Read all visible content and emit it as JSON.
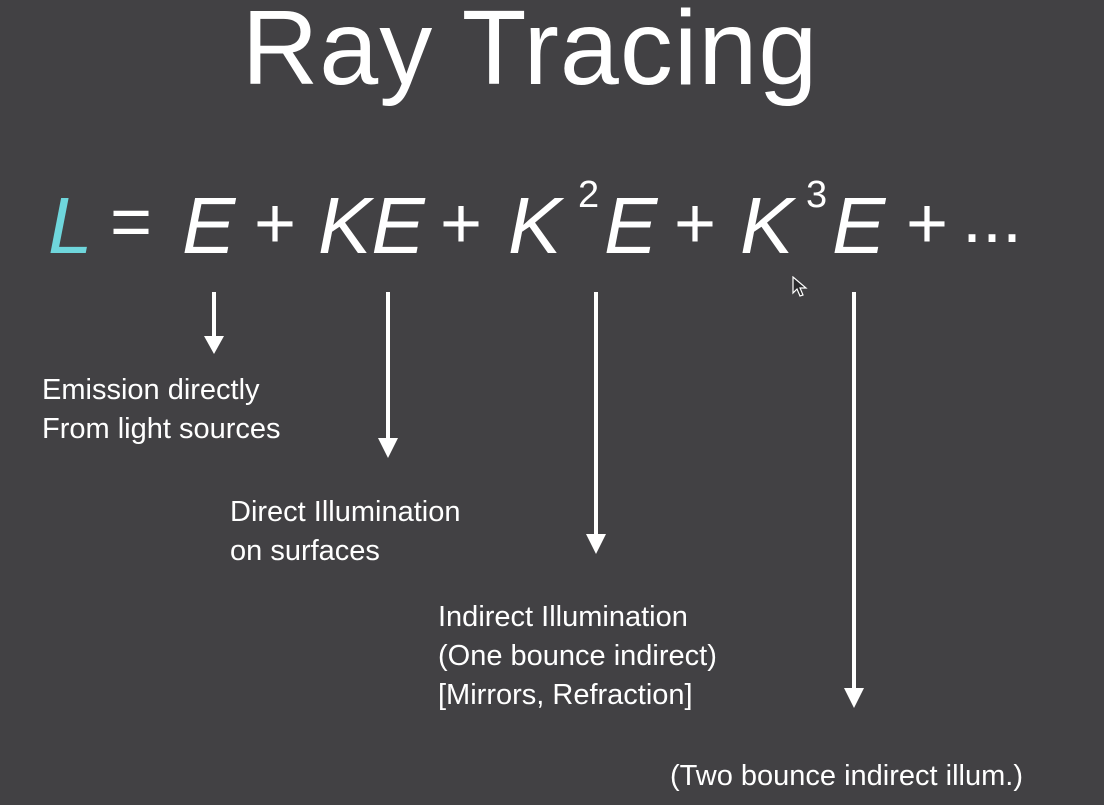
{
  "title": "Ray Tracing",
  "equation": {
    "lhs": "L",
    "equals": "=",
    "term1": "E",
    "plus1": "+",
    "term2": "KE",
    "plus2": "+",
    "term3_base": "K",
    "term3_exp": "2",
    "term3_tail": "E",
    "plus3": "+",
    "term4_base": "K",
    "term4_exp": "3",
    "term4_tail": "E",
    "plus4": "+",
    "ellipsis": "...",
    "lhs_color": "#6fd6dc"
  },
  "annotations": {
    "emission": [
      "Emission directly",
      "From light sources"
    ],
    "direct": [
      "Direct Illumination",
      "on surfaces"
    ],
    "indirect": [
      "Indirect Illumination",
      "(One bounce indirect)",
      "[Mirrors, Refraction]"
    ],
    "two_bounce": [
      "(Two bounce indirect illum.)"
    ]
  },
  "cursor_icon": "mouse-pointer-icon"
}
